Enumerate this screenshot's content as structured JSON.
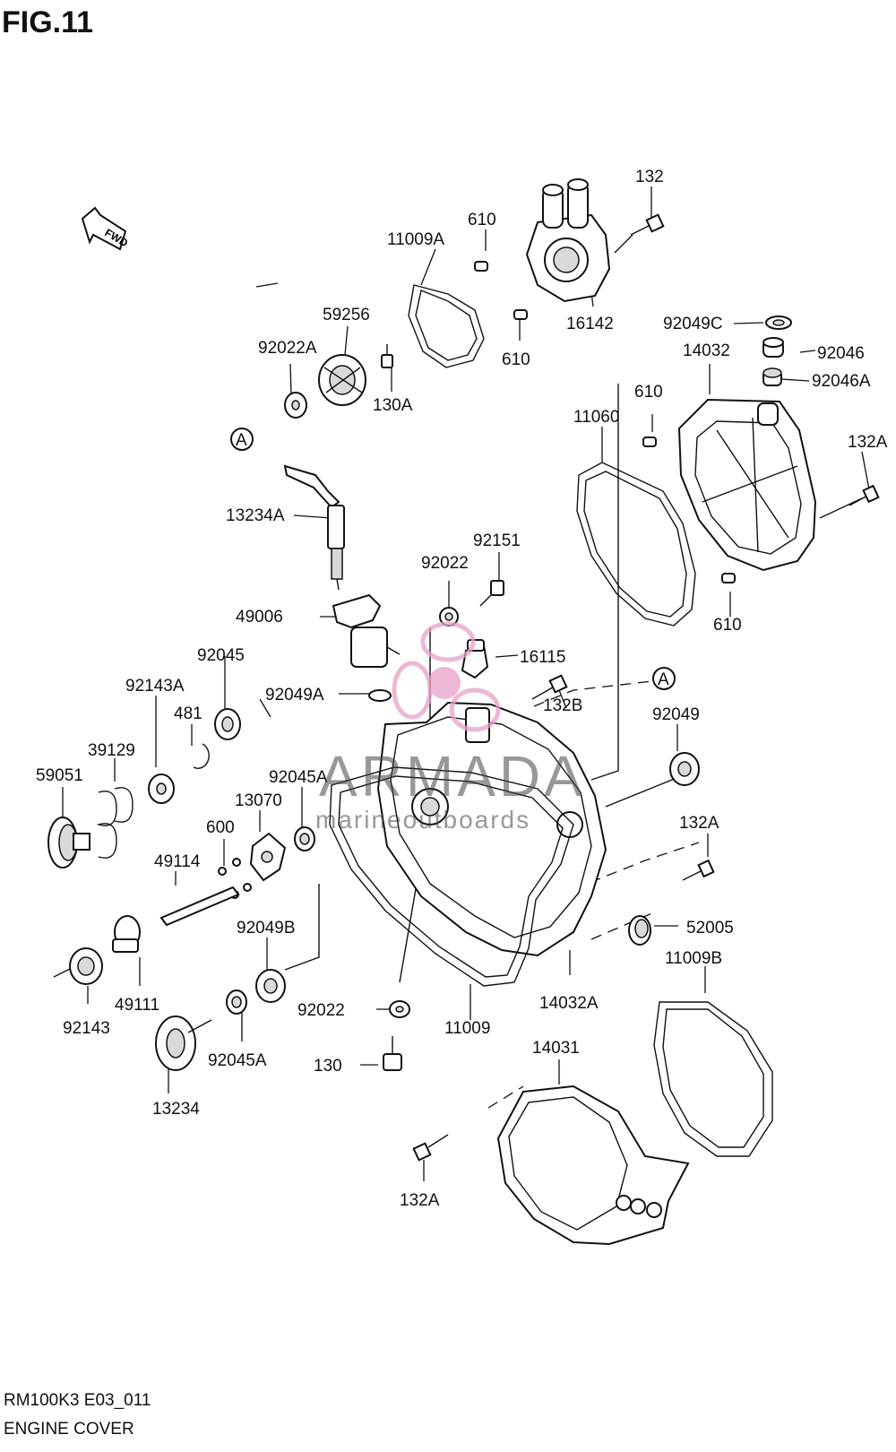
{
  "figure": {
    "title": "FIG.11",
    "code": "RM100K3 E03_011",
    "name": "ENGINE COVER",
    "fwd_label": "FWD",
    "ref_marker": "A"
  },
  "watermark": {
    "brand": "ARMADA",
    "tagline": "marineoutboards"
  },
  "colors": {
    "line": "#111111",
    "watermark_logo": "#e8a0c8"
  },
  "parts": [
    "132",
    "610",
    "11009A",
    "16142",
    "610",
    "92049C",
    "14032",
    "92046",
    "92046A",
    "59256",
    "92022A",
    "130A",
    "610",
    "11060",
    "132A",
    "13234A",
    "92151",
    "92022",
    "610",
    "49006",
    "16115",
    "92045",
    "92143A",
    "481",
    "92049A",
    "132B",
    "92049",
    "39129",
    "59051",
    "92045A",
    "13070",
    "600",
    "132A",
    "49114",
    "52005",
    "92049B",
    "11009B",
    "92143",
    "49111",
    "92022",
    "14032A",
    "11009",
    "14031",
    "130",
    "92045A",
    "13234",
    "132A"
  ]
}
